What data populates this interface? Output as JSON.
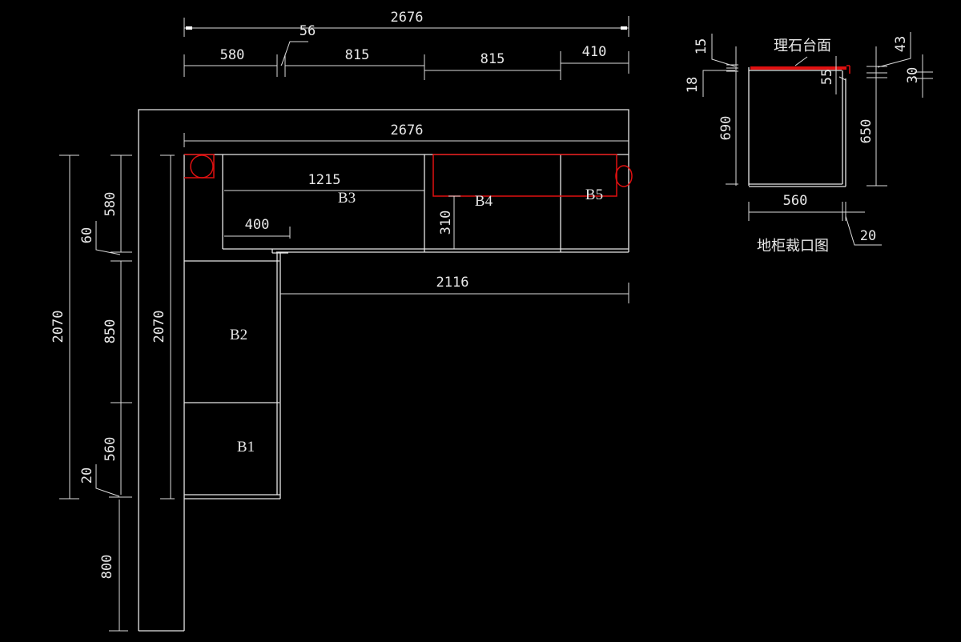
{
  "drawing": {
    "plan": {
      "overall_width_top": "2676",
      "segments_top": [
        "580",
        "56",
        "815",
        "815",
        "410"
      ],
      "inner_width": "2676",
      "cabinet_labels": [
        "B1",
        "B2",
        "B3",
        "B4",
        "B5"
      ],
      "dim_1215": "1215",
      "dim_400": "400",
      "dim_310": "310",
      "dim_2116": "2116",
      "left_outer_height": "2070",
      "left_inner_height": "2070",
      "left_segments": [
        "580",
        "60",
        "850",
        "560",
        "20",
        "800"
      ]
    },
    "section": {
      "title": "地柜裁口图",
      "countertop_label": "理石台面",
      "dims": {
        "d15": "15",
        "d18": "18",
        "d690": "690",
        "d55": "55",
        "d43": "43",
        "d30": "30",
        "d650": "650",
        "d560": "560",
        "d20": "20"
      }
    },
    "colors": {
      "background": "#000000",
      "lines": "#e6e6e6",
      "highlight": "#e01010"
    }
  }
}
